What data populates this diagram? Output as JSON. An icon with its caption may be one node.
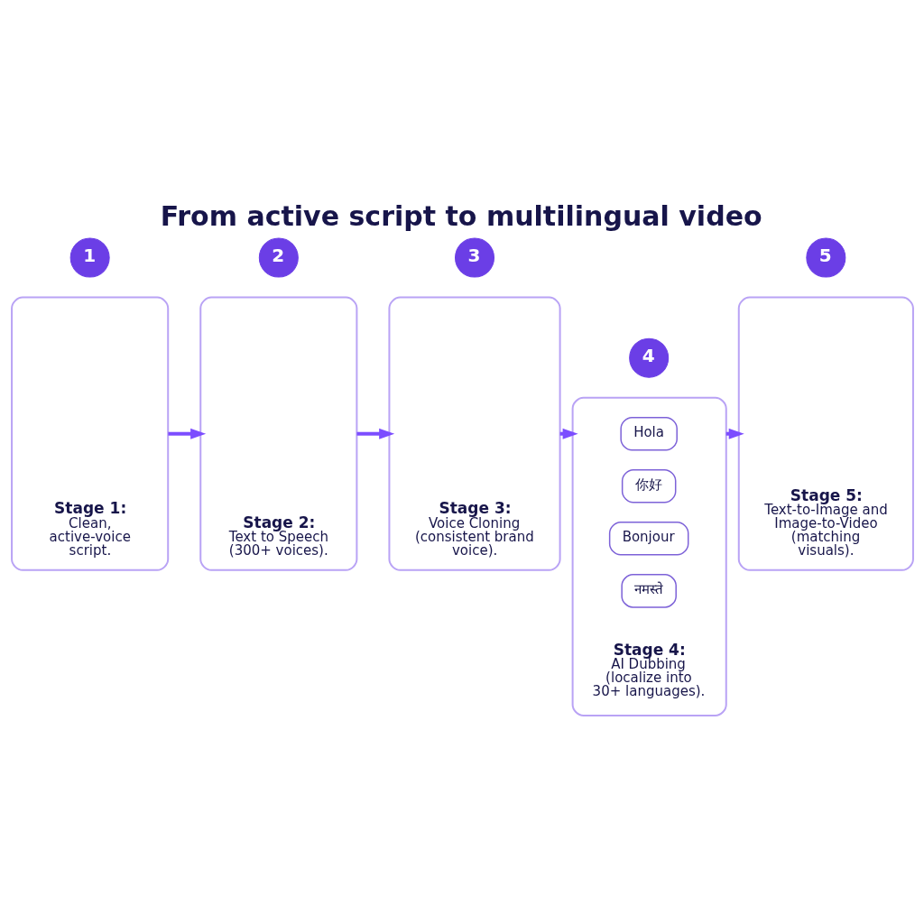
{
  "diagram": {
    "title": "From active script to multilingual video",
    "nodes": [
      {
        "text": [
          "1"
        ]
      },
      {
        "text": [
          "Stage 1:",
          "Clean, active-voice script."
        ]
      },
      {
        "text": [
          "2"
        ]
      },
      {
        "text": [
          "Stage 2:",
          "Text to Speech (300+ voices)."
        ]
      },
      {
        "text": [
          "3"
        ]
      },
      {
        "text": [
          "Stage 3:",
          "Voice Cloning (consistent brand voice)."
        ]
      },
      {
        "text": [
          "4"
        ]
      },
      {
        "text": [
          "Stage 4:",
          "AI Dubbing (localize into 30+ languages)."
        ]
      },
      {
        "text": [
          "Hola"
        ],
        "in": 7
      },
      {
        "text": [
          "你好"
        ],
        "in": 7
      },
      {
        "text": [
          "Bonjour"
        ],
        "in": 7
      },
      {
        "text": [
          "नमस्ते"
        ],
        "in": 7
      },
      {
        "text": [
          "5"
        ]
      },
      {
        "text": [
          "Stage 5:",
          "Text-to-Image and Image-to-Video (matching visuals)."
        ]
      }
    ],
    "edges": [
      {
        "from": 1,
        "to": 3,
        "arrow": "to"
      },
      {
        "from": 3,
        "to": 5,
        "arrow": "to"
      },
      {
        "from": 5,
        "to": 7,
        "arrow": "to"
      },
      {
        "from": 7,
        "to": 13,
        "arrow": "to"
      }
    ]
  }
}
